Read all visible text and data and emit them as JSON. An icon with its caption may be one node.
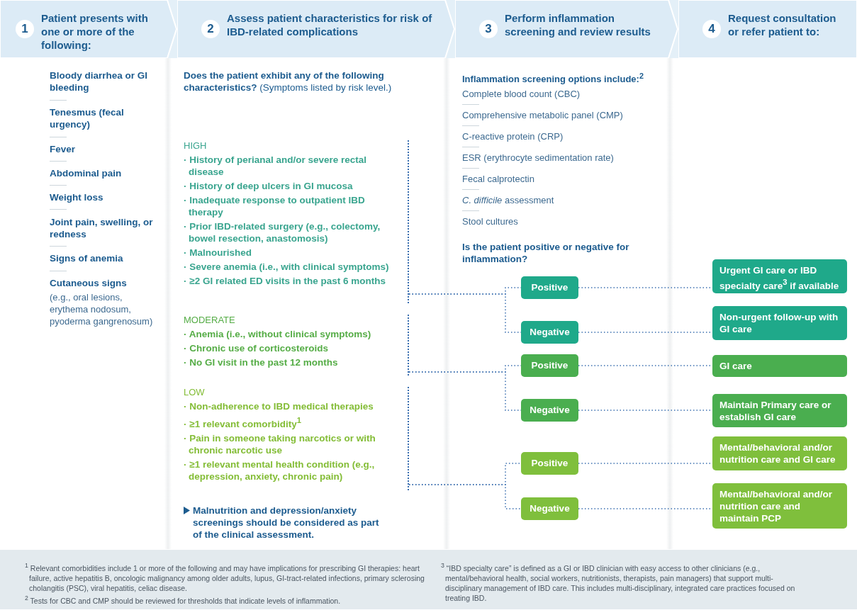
{
  "diagram": {
    "nodes": [
      {
        "text": [
          "1",
          "Patient presents with one or more of the following:"
        ]
      },
      {
        "text": [
          "2",
          "Assess patient characteristics for risk of IBD-related complications"
        ]
      },
      {
        "text": [
          "3",
          "Perform inflammation screening and review results"
        ]
      },
      {
        "text": [
          "4",
          "Request consultation or refer patient to:"
        ]
      },
      {
        "text": [
          "HIGH",
          "· History of perianal and/or severe rectal disease",
          "· History of deep ulcers in GI mucosa",
          "· Inadequate response to outpatient IBD therapy",
          "· Prior IBD-related surgery (e.g., colectomy, bowel resection, anastomosis)",
          "· Malnourished",
          "· Severe anemia (i.e., with clinical symptoms)",
          "· ≥2 GI related ED visits in the past 6 months"
        ]
      },
      {
        "text": [
          "MODERATE",
          "· Anemia (i.e., without clinical symptoms)",
          "· Chronic use of corticosteroids",
          "· No GI visit in the past 12 months"
        ]
      },
      {
        "text": [
          "LOW",
          "· Non-adherence to IBD medical therapies",
          "· ≥1 relevant comorbidity$^{1}$",
          "· Pain in someone taking narcotics or with chronic narcotic use",
          "· ≥1 relevant mental health condition (e.g., depression, anxiety, chronic pain)"
        ]
      },
      {
        "text": [
          "Positive"
        ]
      },
      {
        "text": [
          "Negative"
        ]
      },
      {
        "text": [
          "Positive"
        ]
      },
      {
        "text": [
          "Negative"
        ]
      },
      {
        "text": [
          "Positive"
        ]
      },
      {
        "text": [
          "Negative"
        ]
      },
      {
        "text": [
          "Urgent GI care or IBD specialty care$^{3}$ if available"
        ]
      },
      {
        "text": [
          "Non-urgent follow-up with GI care"
        ]
      },
      {
        "text": [
          "GI care"
        ]
      },
      {
        "text": [
          "Maintain Primary care or establish GI care"
        ]
      },
      {
        "text": [
          "Mental/behavioral and/or nutrition care and GI care"
        ]
      },
      {
        "text": [
          "Mental/behavioral and/or nutrition care and maintain PCP"
        ]
      }
    ],
    "edges": [
      {
        "from": 4,
        "to": 7,
        "arrow": "none"
      },
      {
        "from": 4,
        "to": 8,
        "arrow": "none"
      },
      {
        "from": 5,
        "to": 9,
        "arrow": "none"
      },
      {
        "from": 5,
        "to": 10,
        "arrow": "none"
      },
      {
        "from": 6,
        "to": 11,
        "arrow": "none"
      },
      {
        "from": 6,
        "to": 12,
        "arrow": "none"
      },
      {
        "from": 7,
        "to": 13,
        "arrow": "none"
      },
      {
        "from": 8,
        "to": 14,
        "arrow": "none"
      },
      {
        "from": 9,
        "to": 15,
        "arrow": "none"
      },
      {
        "from": 10,
        "to": 16,
        "arrow": "none"
      },
      {
        "from": 11,
        "to": 17,
        "arrow": "none"
      },
      {
        "from": 12,
        "to": 18,
        "arrow": "none"
      }
    ],
    "labels": [
      "Bloody diarrhea or GI bleeding",
      "Tenesmus (fecal urgency)",
      "Fever",
      "Abdominal pain",
      "Weight loss",
      "Joint pain, swelling, or redness",
      "Signs of anemia",
      "Cutaneous signs",
      "(e.g., oral lesions, erythema nodosum, pyoderma gangrenosum)",
      "**Does the patient exhibit any of the following characteristics?** (Symptoms listed by risk level.)",
      "Inflammation screening options include:$^{2}$",
      "Complete blood count (CBC)",
      "Comprehensive metabolic panel (CMP)",
      "C-reactive protein (CRP)",
      "ESR (erythrocyte sedimentation rate)",
      "Fecal calprotectin",
      "*C. difficile* assessment",
      "Stool cultures",
      "Is the patient positive or negative for inflammation?",
      "Malnutrition and depression/anxiety screenings should be considered as part of the clinical assessment.",
      "$^{1}$ Relevant comorbidities include 1 or more of the following and may have implications for prescribing GI therapies: heart failure, active hepatitis B, oncologic malignancy among older adults, lupus, GI-tract-related infections, primary sclerosing cholangitis (PSC), viral hepatitis, celiac disease.",
      "$^{2}$ Tests for CBC and CMP should be reviewed for thresholds that indicate levels of inflammation.",
      "$^{3}$ “IBD specialty care” is defined as a GI or IBD clinician with easy access to other clinicians (e.g., mental/behavioral health, social workers, nutritionists, therapists, pain managers) that support multi-disciplinary management of IBD care. This includes multi-disciplinary, integrated care practices focused on treating IBD."
    ]
  }
}
